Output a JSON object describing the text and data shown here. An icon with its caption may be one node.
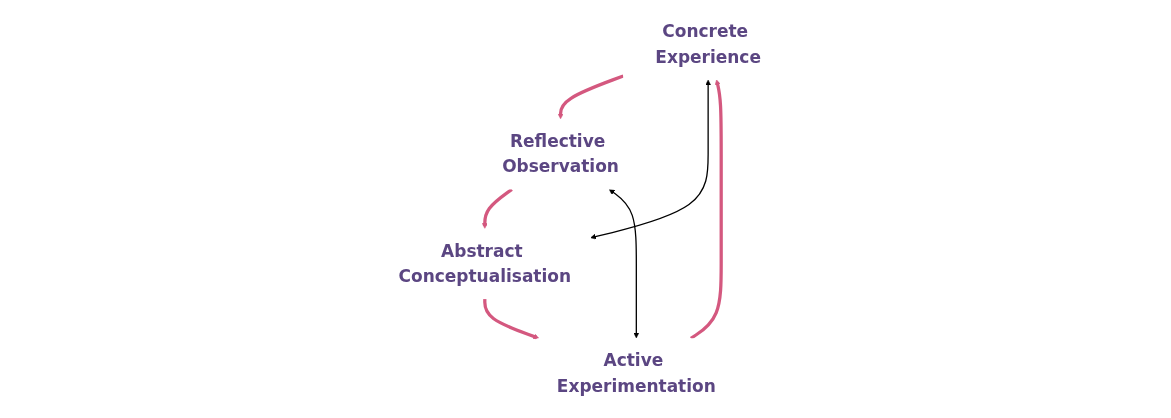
{
  "diagram": {
    "nodes": [
      {
        "text": [
          "Concrete Experience"
        ]
      },
      {
        "text": [
          "Reflective Observation"
        ]
      },
      {
        "text": [
          "Abstract Conceptualisation"
        ]
      },
      {
        "text": [
          "Active Experimentation"
        ]
      }
    ],
    "edges": [
      {
        "from": 0,
        "to": 1,
        "arrow": "to"
      },
      {
        "from": 1,
        "to": 2,
        "arrow": "to"
      },
      {
        "from": 2,
        "to": 3,
        "arrow": "to"
      },
      {
        "from": 3,
        "to": 0,
        "arrow": "to"
      },
      {
        "from": 0,
        "to": 2,
        "arrow": "both",
        "color": "#000000"
      },
      {
        "from": 3,
        "to": 1,
        "arrow": "both",
        "color": "#000000"
      }
    ]
  }
}
